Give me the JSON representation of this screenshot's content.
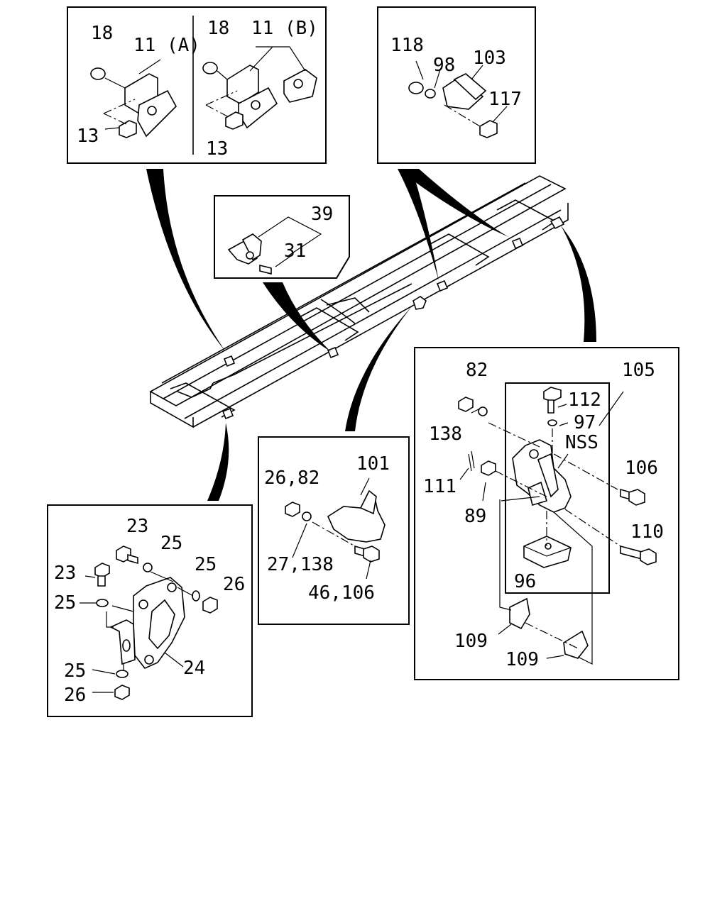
{
  "groups": {
    "front_hanger": {
      "labels": [
        "18",
        "11 (A)",
        "13",
        "18",
        "11 (B)",
        "13"
      ]
    },
    "rear_hanger": {
      "labels": [
        "118",
        "98",
        "103",
        "117"
      ]
    },
    "pin_bracket": {
      "labels": [
        "39",
        "31"
      ]
    },
    "trailer_hook": {
      "labels": [
        "82",
        "105",
        "112",
        "97",
        "138",
        "NSS",
        "111",
        "89",
        "106",
        "110",
        "96",
        "109",
        "109"
      ]
    },
    "center_bracket": {
      "labels": [
        "26,82",
        "101",
        "27,138",
        "46,106"
      ]
    },
    "rear_plate": {
      "labels": [
        "23",
        "25",
        "23",
        "25",
        "26",
        "25",
        "24",
        "25",
        "26"
      ]
    }
  }
}
